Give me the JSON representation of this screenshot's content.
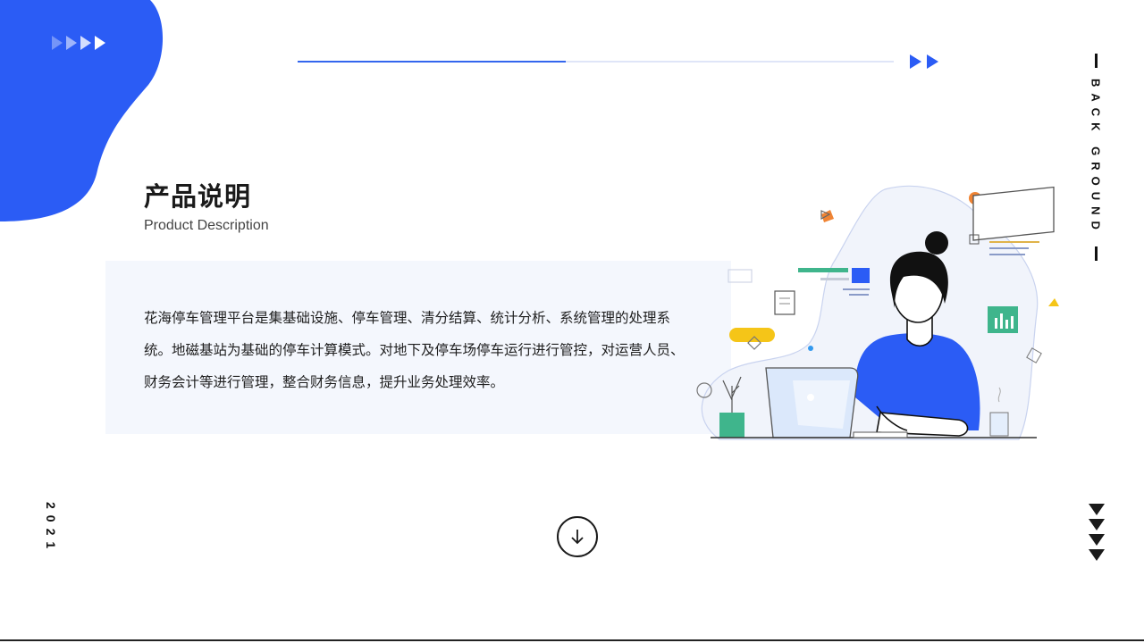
{
  "colors": {
    "accent": "#2b5cf5",
    "panel": "#f4f7fd",
    "text": "#1e1e1e",
    "progress_track": "#dfe5f8"
  },
  "header": {
    "progress_value": 0.45,
    "chevron_icon": "double-chevron-right-icon"
  },
  "content": {
    "title": "产品说明",
    "subtitle": "Product Description",
    "description": "花海停车管理平台是集基础设施、停车管理、清分结算、统计分析、系统管理的处理系统。地磁基站为基础的停车计算模式。对地下及停车场停车运行进行管控，对运营人员、财务会计等进行管理，整合财务信息，提升业务处理效率。"
  },
  "side": {
    "label": "BACK GROUND",
    "year": "2021",
    "arrows_icon": "triple-down-arrow-icon"
  },
  "footer": {
    "scroll_icon": "scroll-down-icon"
  }
}
